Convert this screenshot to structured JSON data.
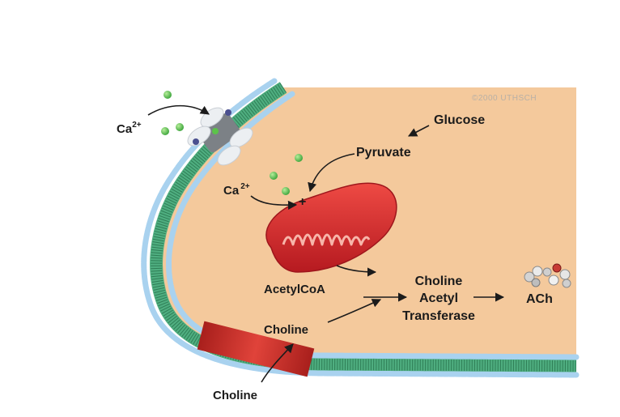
{
  "copyright": "©2000 UTHSCH",
  "labels": {
    "ca_outside": "Ca",
    "ca_outside_charge": "2+",
    "ca_inside": "Ca",
    "ca_inside_charge": "2+",
    "glucose": "Glucose",
    "pyruvate": "Pyruvate",
    "plus": "+",
    "acetylcoa": "AcetylCoA",
    "enzyme_line1": "Choline",
    "enzyme_line2": "Acetyl",
    "enzyme_line3": "Transferase",
    "ach": "ACh",
    "choline_inside": "Choline",
    "choline_outside": "Choline"
  },
  "colors": {
    "cytoplasm": "#f4c99c",
    "membrane_green": "#4fae80",
    "lipid_head": "#a9d2ef",
    "calcium": "#5cc34a",
    "mitochondrion": "#d6242a",
    "transporter": "#c92a26",
    "channel_grey": "#7c8186"
  }
}
